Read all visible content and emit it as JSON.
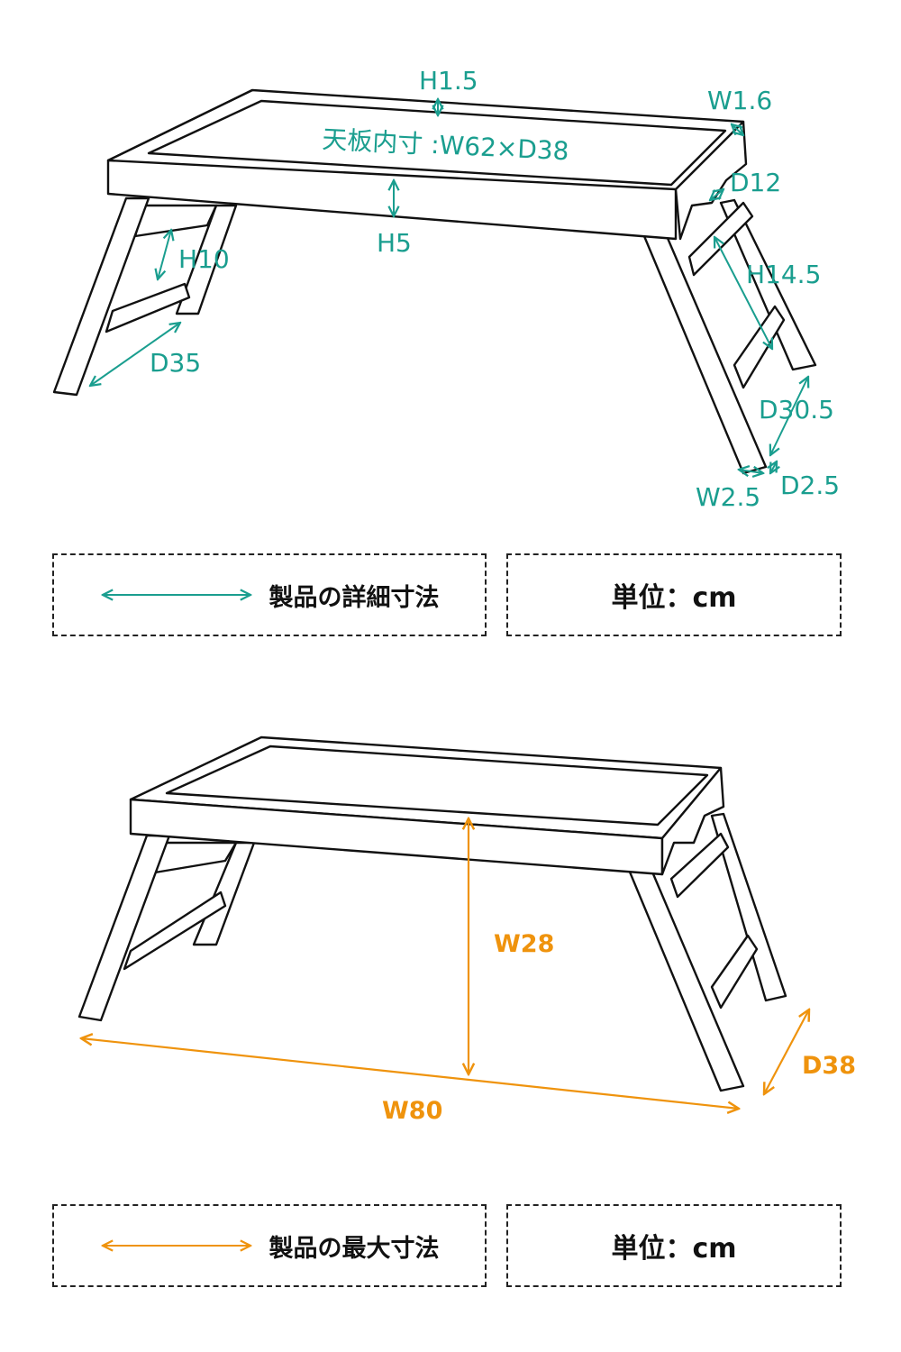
{
  "colors": {
    "detail": "#1a9e8f",
    "max": "#ef930d"
  },
  "detail_diagram": {
    "labels": {
      "h1_5": "H1.5",
      "w1_6": "W1.6",
      "inner": "天板内寸 :W62×D38",
      "d12": "D12",
      "h5": "H5",
      "h10": "H10",
      "h14_5": "H14.5",
      "d35": "D35",
      "d30_5": "D30.5",
      "w2_5": "W2.5",
      "d2_5": "D2.5"
    }
  },
  "legend_detail": {
    "label": "製品の詳細寸法",
    "unit": "単位：cm"
  },
  "max_diagram": {
    "labels": {
      "w28": "W28",
      "w80": "W80",
      "d38": "D38"
    }
  },
  "legend_max": {
    "label": "製品の最大寸法",
    "unit": "単位：cm"
  }
}
